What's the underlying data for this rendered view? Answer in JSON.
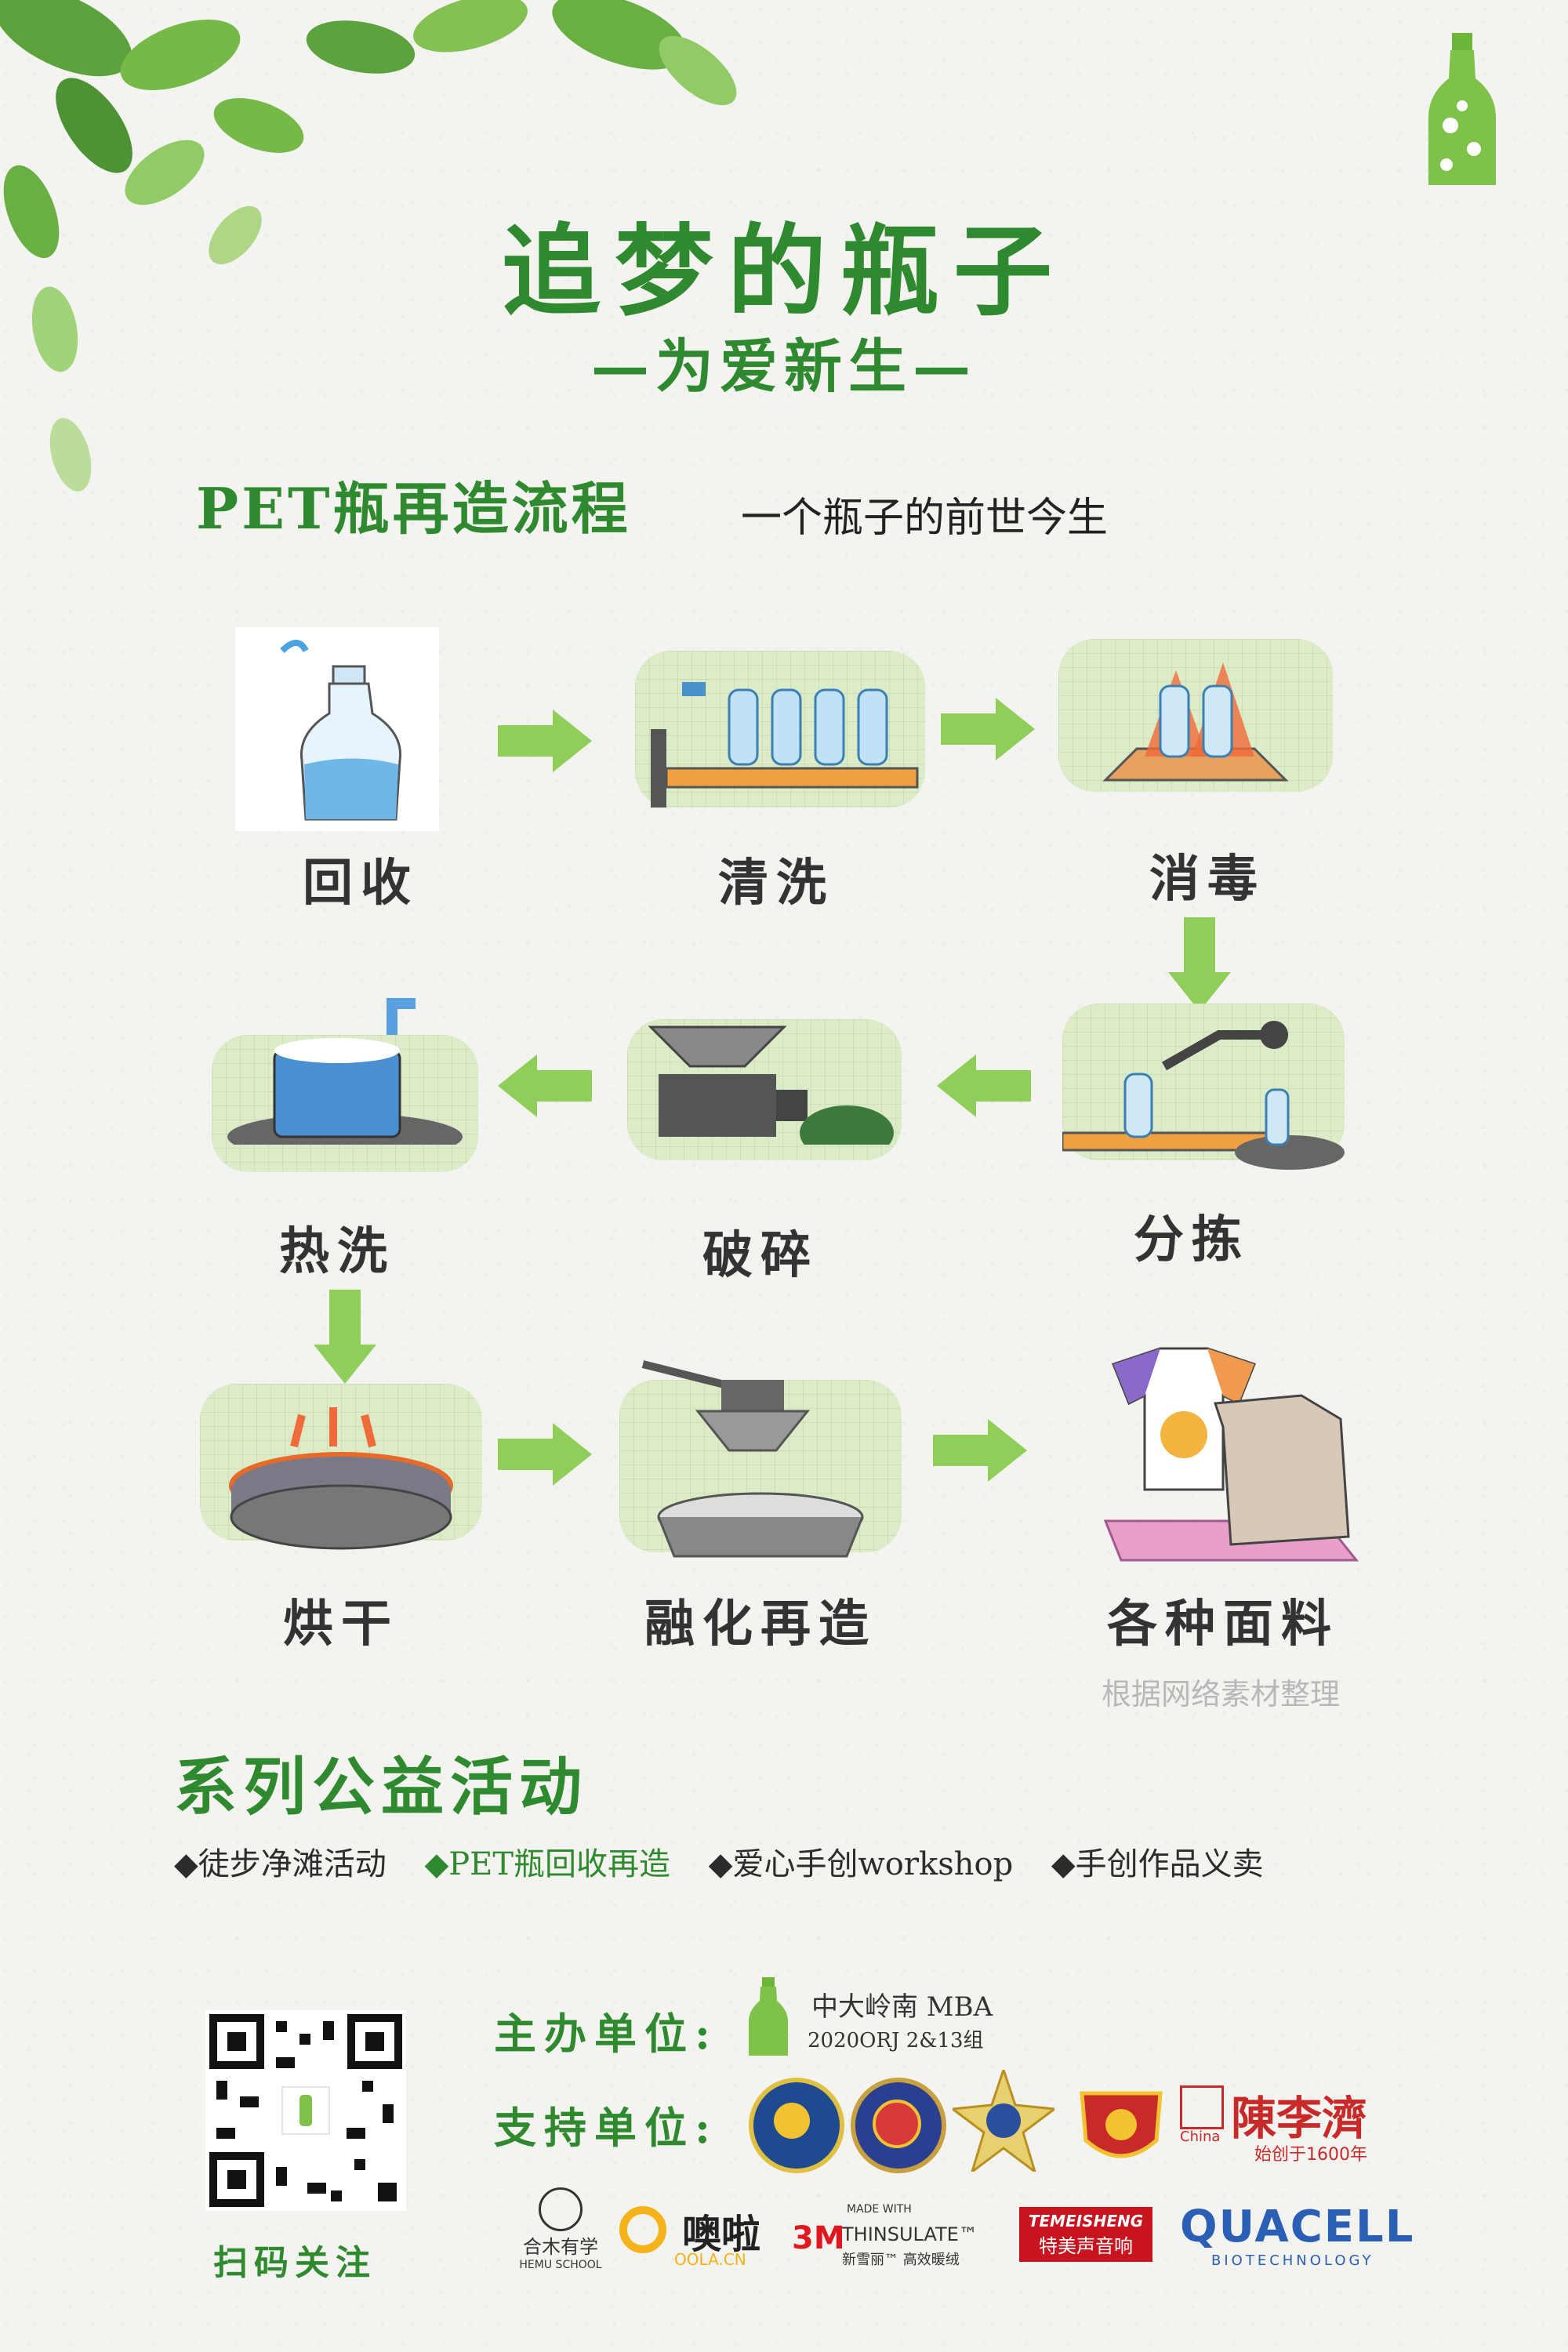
{
  "title": "追梦的瓶子",
  "subtitle": "—为爱新生—",
  "process": {
    "heading": "PET瓶再造流程",
    "subheading": "一个瓶子的前世今生",
    "steps": [
      {
        "label": "回收",
        "icon": "bottle-icon"
      },
      {
        "label": "清洗",
        "icon": "washing-conveyor-icon"
      },
      {
        "label": "消毒",
        "icon": "disinfection-icon"
      },
      {
        "label": "分拣",
        "icon": "sorting-robot-icon"
      },
      {
        "label": "破碎",
        "icon": "crusher-icon"
      },
      {
        "label": "热洗",
        "icon": "hot-wash-tank-icon"
      },
      {
        "label": "烘干",
        "icon": "drying-tray-icon"
      },
      {
        "label": "融化再造",
        "icon": "melting-hopper-icon"
      },
      {
        "label": "各种面料",
        "icon": "clothing-icon"
      }
    ],
    "source_note": "根据网络素材整理"
  },
  "activities": {
    "heading": "系列公益活动",
    "items": [
      "◆徒步净滩活动",
      "◆PET瓶回收再造",
      "◆爱心手创workshop",
      "◆手创作品义卖"
    ]
  },
  "footer": {
    "qr_caption": "扫码关注",
    "host_label": "主办单位:",
    "host_name": "中大岭南 MBA",
    "host_group": "2020ORJ 2&13组",
    "support_label": "支持单位:",
    "support_logos": {
      "chenliji": "陳李濟",
      "chenliji_sub": "始创于1600年",
      "china": "China"
    },
    "sponsors": {
      "hemu": "合木有学",
      "hemu_en": "HEMU SCHOOL",
      "oola": "噢啦",
      "oola_en": "OOLA.CN",
      "thinsulate_made": "MADE WITH",
      "thinsulate_brand": "3M",
      "thinsulate": "THINSULATE™",
      "thinsulate_cn": "新雪丽™ 高效暖绒",
      "temeisheng": "TEMEISHENG",
      "temeisheng_cn": "特美声音响",
      "quacell": "QUACELL",
      "quacell_sub": "BIOTECHNOLOGY"
    }
  },
  "colors": {
    "brand_green": "#2f8a2f",
    "card_green": "#dcebc8",
    "arrow_green": "#8fce58"
  }
}
